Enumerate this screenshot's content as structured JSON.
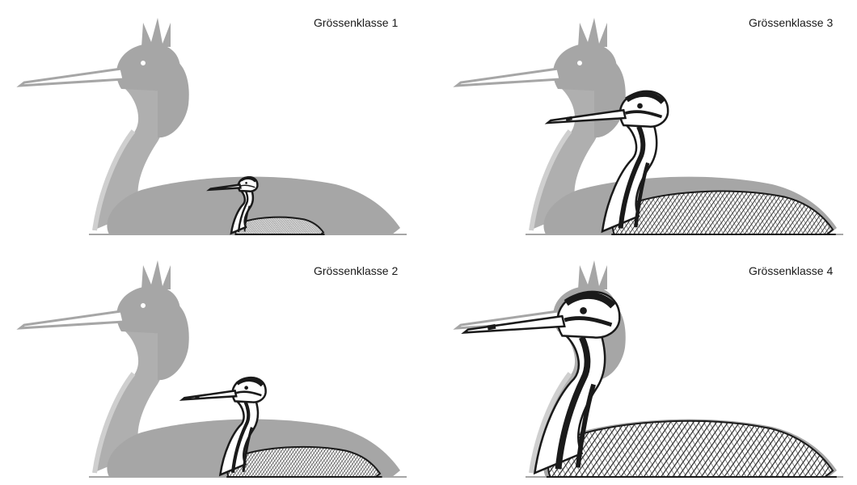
{
  "panels": [
    {
      "label": "Grössenklasse 1",
      "chick_scale": 0.3
    },
    {
      "label": "Grössenklasse 3",
      "chick_scale": 0.75
    },
    {
      "label": "Grössenklasse 2",
      "chick_scale": 0.52
    },
    {
      "label": "Grössenklasse 4",
      "chick_scale": 0.97
    }
  ],
  "colors": {
    "adult_silhouette": "#a6a6a6",
    "outline": "#1a1a1a",
    "hatch": "#222222",
    "background": "#ffffff"
  }
}
